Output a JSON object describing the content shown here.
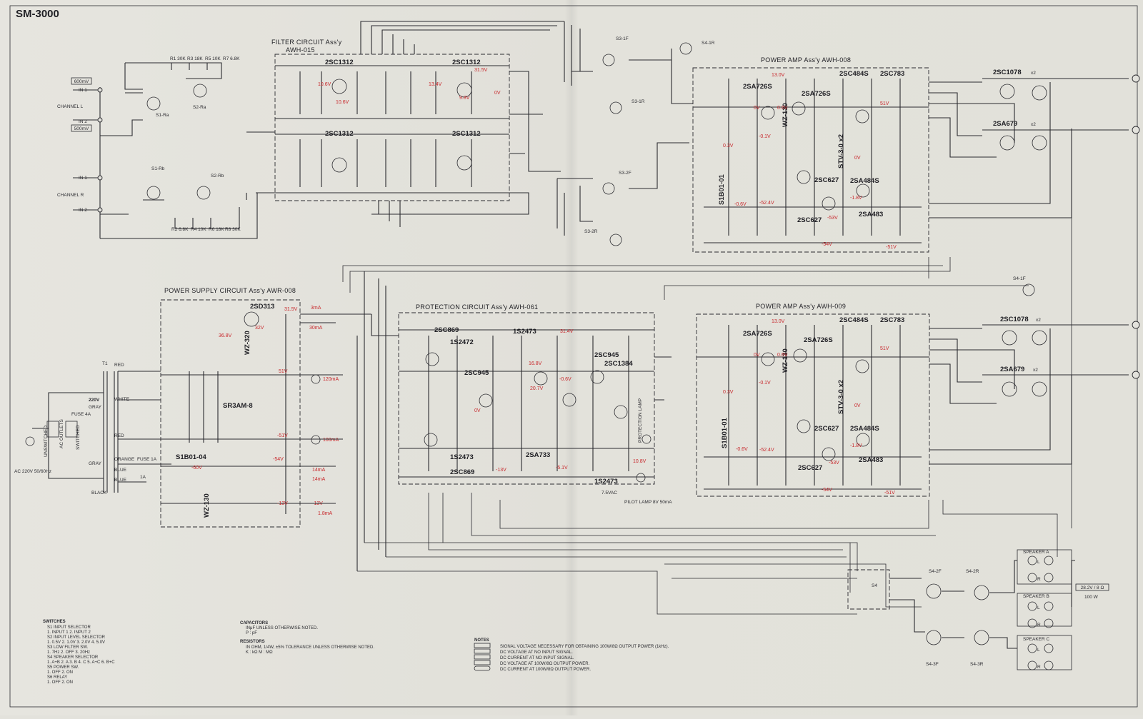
{
  "sheet": {
    "model": "SM-3000",
    "colors": {
      "paper": "#e3e2dc",
      "ink": "#2b2b30",
      "voltage": "#c8282c"
    }
  },
  "input": {
    "badges": [
      "600mV",
      "500mV"
    ],
    "channel_l": "CHANNEL L",
    "channel_r": "CHANNEL R",
    "in1": "IN 1",
    "in2": "IN 2",
    "switch_labels": [
      "S1-Ra",
      "S2-Ra",
      "S1-Rb",
      "S2-Rb"
    ],
    "resistors_top": [
      "R1 30K",
      "R3 18K",
      "R5 10K",
      "R7 6.8K"
    ],
    "resistors_bottom": [
      "R2 6.8K",
      "R4 10K",
      "R6 18K",
      "R8 30K"
    ]
  },
  "filter": {
    "title": "FILTER CIRCUIT Ass'y",
    "code": "AWH-015",
    "transistors": [
      "2SC1312",
      "2SC1312",
      "2SC1312",
      "2SC1312"
    ],
    "voltages": [
      "10.6V",
      "10.6V",
      "13.4V",
      "31.5V",
      "0V",
      "9.8V"
    ]
  },
  "switches_mid": {
    "s3_1f": "S3-1F",
    "s3_1r": "S3-1R",
    "s3_2f": "S3-2F",
    "s3_2r": "S3-2R",
    "s4_1r": "S4-1R",
    "s4_1f": "S4-1F"
  },
  "amp1": {
    "title": "POWER AMP Ass'y AWH-008",
    "transistors": [
      "2SA726S",
      "2SA726S",
      "2SC484S",
      "2SC783",
      "2SC627",
      "2SA484S",
      "2SA483",
      "2SC627"
    ],
    "zener": "WZ-130",
    "stv": "STV-3-0 x2",
    "diode": "S1B01-01",
    "voltages": [
      "13.0V",
      "0V",
      "0.6V",
      "-0.1V",
      "51V",
      "0.3V",
      "-0.6V",
      "-52.4V",
      "-53V",
      "-54V",
      "-51V",
      "-1.8V",
      "0V"
    ]
  },
  "amp2": {
    "title": "POWER AMP Ass'y AWH-009",
    "transistors": [
      "2SA726S",
      "2SA726S",
      "2SC484S",
      "2SC783",
      "2SC627",
      "2SA484S",
      "2SA483",
      "2SC627"
    ],
    "zener": "WZ-130",
    "stv": "STV-3-0 x2",
    "diode": "S1B01-01",
    "voltages": [
      "13.0V",
      "0V",
      "0.6V",
      "-0.1V",
      "51V",
      "0.3V",
      "-0.6V",
      "-52.4V",
      "-53V",
      "-54V",
      "-51V",
      "-1.8V",
      "0V"
    ]
  },
  "outputs": {
    "top_npn": "2SC1078",
    "top_pnp": "2SA679",
    "bottom_npn": "2SC1078",
    "bottom_pnp": "2SA679",
    "mult": "x2"
  },
  "power": {
    "title": "POWER SUPPLY CIRCUIT Ass'y AWR-008",
    "transistor": "2SD313",
    "zener_a": "WZ-320",
    "zener_b": "WZ-130",
    "bridge": "SR3AM-8",
    "diode": "S1B01-04",
    "ac": "AC 220V 50/60Hz",
    "taps": [
      "220V",
      "GRAY",
      "WHITE",
      "RED",
      "RED",
      "GRAY",
      "ORANGE",
      "BLUE",
      "BLUE",
      "BLACK"
    ],
    "fuses": [
      "FUSE 4A",
      "FUSE 1A",
      "1A"
    ],
    "outlets": [
      "UNSWITCHED",
      "AC OUTLETS",
      "SWITCHED"
    ],
    "voltages": [
      "31.5V",
      "36.8V",
      "32V",
      "51V",
      "-51V",
      "-54V",
      "-60V",
      "-13V",
      "-13V"
    ],
    "currents": [
      "3mA",
      "30mA",
      "120mA",
      "100mA",
      "14mA",
      "14mA",
      "1.8mA"
    ]
  },
  "protection": {
    "title": "PROTECTION CIRCUIT Ass'y AWH-061",
    "transistors": [
      "2SC869",
      "2SC945",
      "2SA733",
      "2SC869",
      "2SC945",
      "2SC1384"
    ],
    "diodes": [
      "1S2472",
      "1S2473",
      "1S2473",
      "1S2473"
    ],
    "voltages": [
      "31.4V",
      "16.8V",
      "20.7V",
      "-0.6V",
      "0V",
      "-13V",
      "-5.1V",
      "10.8V"
    ],
    "relay": "PROTECTION LAMP",
    "pilot": "PILOT LAMP 8V 50mA",
    "ac": "7.5VAC"
  },
  "speakers": {
    "a": "SPEAKER A",
    "b": "SPEAKER B",
    "c": "SPEAKER C",
    "l": "L",
    "r": "R",
    "rating": "28.2V / 8 Ω",
    "power": "100 W",
    "switch_labels": [
      "S4-2F",
      "S4-2R",
      "S4-3F",
      "S4-3R",
      "S4"
    ]
  },
  "legend": {
    "switches_title": "SWITCHES",
    "switch_lines": [
      "S1   INPUT SELECTOR",
      "      1. INPUT 1   2. INPUT 2",
      "S2   INPUT LEVEL SELECTOR",
      "      1. 0.5V   2. 1.0V   3. 2.0V   4. 5.0V",
      "S3   LOW FILTER SW.",
      "      1. 7Hz   2. OFF   3. 20Hz",
      "S4   SPEAKER SELECTOR",
      "      1. A+B   2. A   3. B   4. C   5. A+C   6. B+C",
      "S5   POWER SW.",
      "      1. OFF   2. ON",
      "S6   RELAY",
      "      1. OFF   2. ON"
    ],
    "capacitors_title": "CAPACITORS",
    "capacitor_lines": [
      "INμF UNLESS OTHERWISE NOTED.",
      "P : pF"
    ],
    "resistors_title": "RESISTORS",
    "resistor_lines": [
      "IN OHM, 1/4W, ±5% TOLERANCE UNLESS OTHERWISE NOTED.",
      "K : kΩ  M : MΩ"
    ],
    "notes_title": "NOTES",
    "note_lines": [
      "SIGNAL VOLTAGE NECESSARY FOR OBTAINING 100W/8Ω OUTPUT POWER (1kHz).",
      "DC VOLTAGE AT NO INPUT SIGNAL.",
      "DC CURRENT AT NO INPUT SIGNAL.",
      "DC VOLTAGE AT 100W/8Ω OUTPUT POWER.",
      "DC CURRENT AT 100W/8Ω OUTPUT POWER."
    ]
  }
}
